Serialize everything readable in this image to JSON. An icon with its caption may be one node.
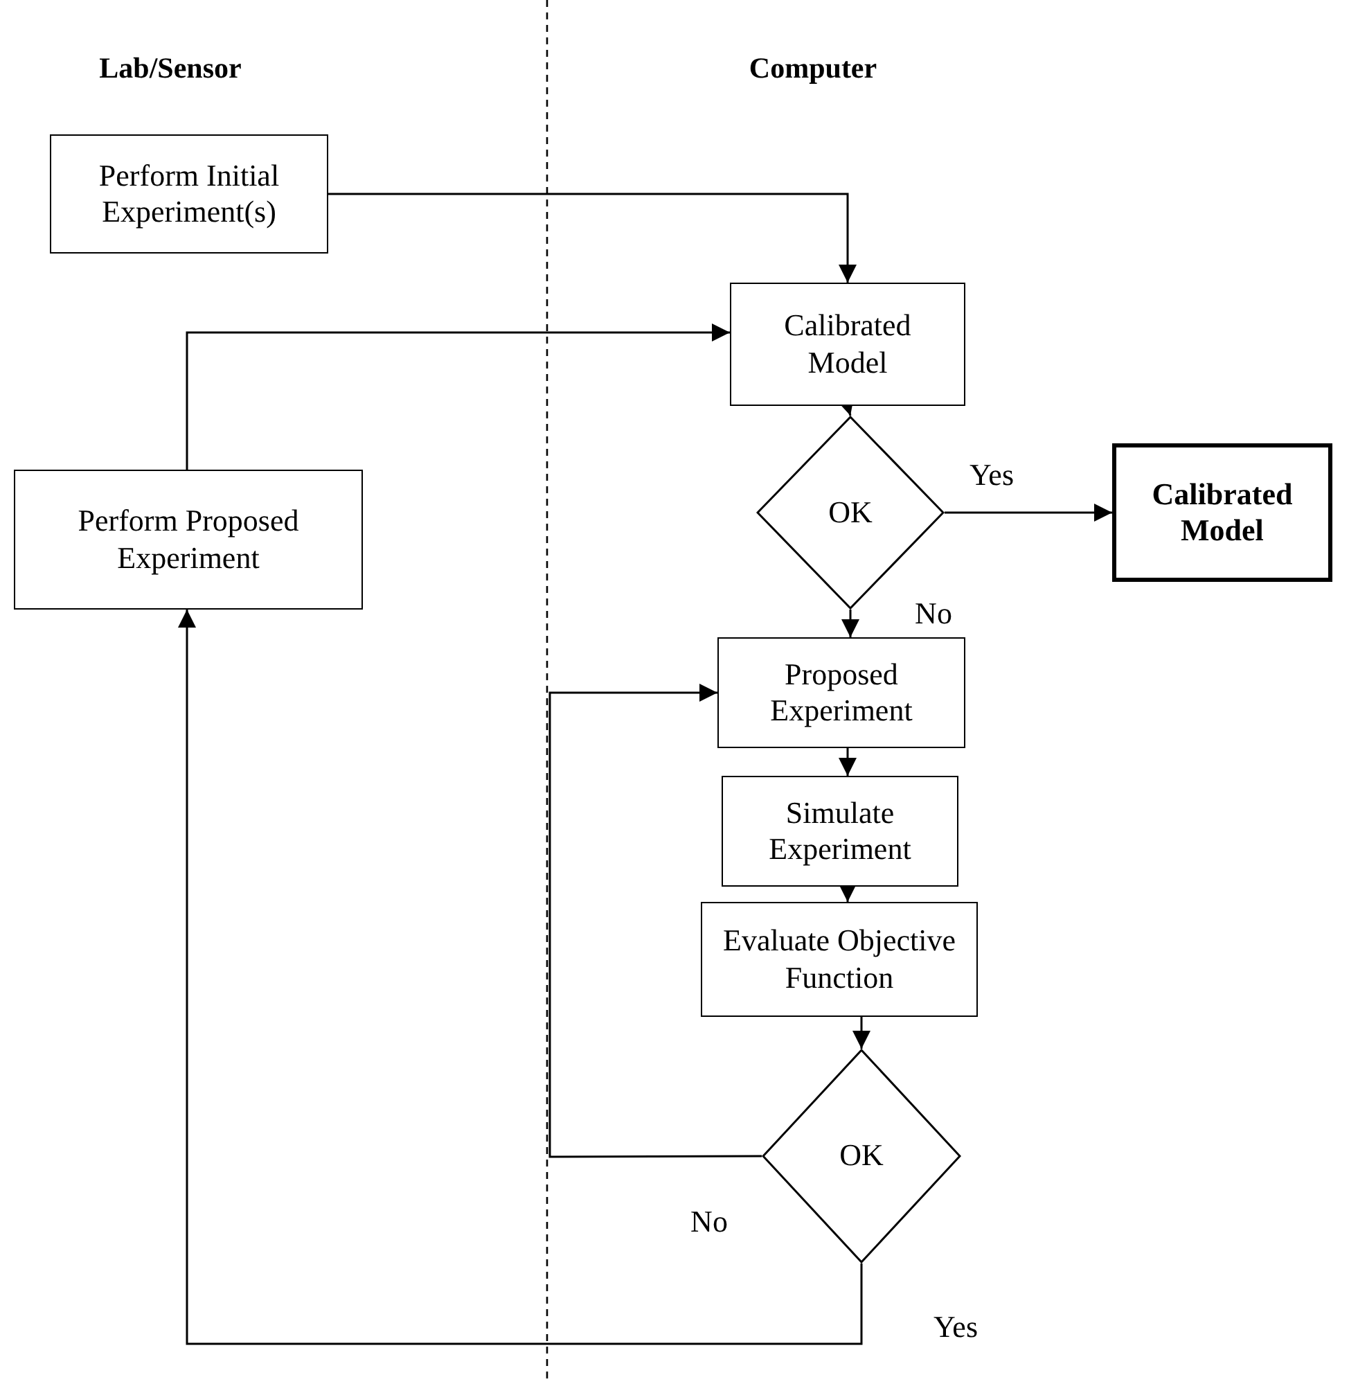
{
  "diagram": {
    "nodes": [
      {
        "text": [
          "Perform Initial Experiment(s)"
        ]
      },
      {
        "text": [
          "Calibrated Model"
        ]
      },
      {
        "text": [
          "OK"
        ]
      },
      {
        "text": [
          "Calibrated Model"
        ]
      },
      {
        "text": [
          "Perform Proposed Experiment"
        ]
      },
      {
        "text": [
          "Proposed Experiment"
        ]
      },
      {
        "text": [
          "Simulate Experiment"
        ]
      },
      {
        "text": [
          "Evaluate Objective Function"
        ]
      },
      {
        "text": [
          "OK"
        ]
      }
    ],
    "edges": [
      {
        "from": 0,
        "to": 1,
        "arrow": "to"
      },
      {
        "from": 4,
        "to": 1,
        "arrow": "to"
      },
      {
        "from": 1,
        "to": 2,
        "arrow": "to"
      },
      {
        "from": 2,
        "to": 3,
        "arrow": "to",
        "label": "Yes"
      },
      {
        "from": 2,
        "to": 5,
        "arrow": "to",
        "label": "No"
      },
      {
        "from": 5,
        "to": 6,
        "arrow": "to"
      },
      {
        "from": 6,
        "to": 7,
        "arrow": "to"
      },
      {
        "from": 7,
        "to": 8,
        "arrow": "to"
      },
      {
        "from": 8,
        "to": 5,
        "arrow": "to",
        "label": "No"
      },
      {
        "from": 8,
        "to": 4,
        "arrow": "to",
        "label": "Yes"
      }
    ],
    "labels": [
      "Lab/Sensor",
      "Computer"
    ]
  }
}
